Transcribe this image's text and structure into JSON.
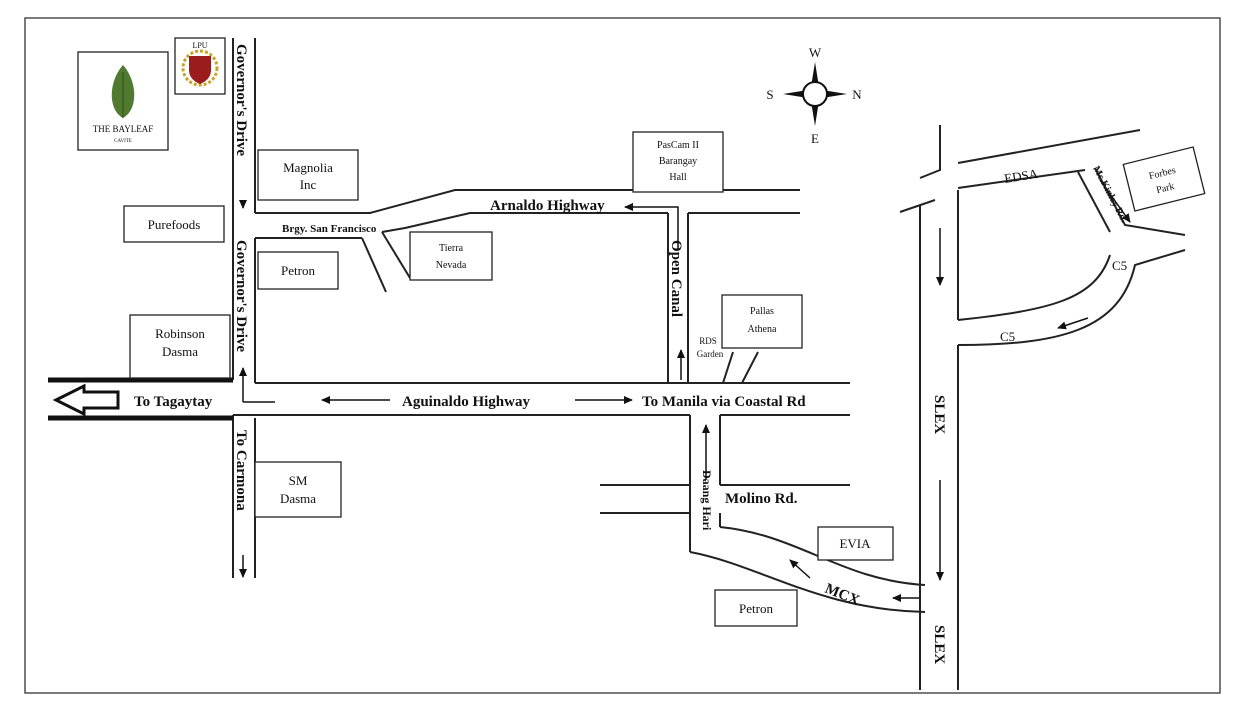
{
  "compass": {
    "north": "N",
    "south": "S",
    "east": "E",
    "west": "W"
  },
  "roads": {
    "governors_drive_top": "Governor's Drive",
    "governors_drive_mid": "Governor's Drive",
    "to_carmona": "To Carmona",
    "brgy_san_francisco": "Brgy. San Francisco",
    "arnaldo_highway": "Arnaldo Highway",
    "open_canal": "Open Canal",
    "aguinaldo_highway": "Aguinaldo Highway",
    "to_tagaytay": "To Tagaytay",
    "to_manila": "To Manila via Coastal Rd",
    "daang_hari": "Daang Hari",
    "molino_rd": "Molino Rd.",
    "mcx": "MCX",
    "slex_top": "SLEX",
    "slex_bottom": "SLEX",
    "edsa": "EDSA",
    "mckinley": "Mc Kinley Rd.",
    "c5_top": "C5",
    "c5_bottom": "C5"
  },
  "landmarks": {
    "bayleaf": "THE BAYLEAF",
    "bayleaf_sub": "CAVITE",
    "lpu": "LPU",
    "magnolia_1": "Magnolia",
    "magnolia_2": "Inc",
    "purefoods": "Purefoods",
    "petron_1": "Petron",
    "robinson_1": "Robinson",
    "robinson_2": "Dasma",
    "tierra_1": "Tierra",
    "tierra_2": "Nevada",
    "paliparan_1": "PasCam II",
    "paliparan_2": "Barangay",
    "paliparan_3": "Hall",
    "pallas_1": "Pallas",
    "pallas_2": "Athena",
    "rds_1": "RDS",
    "rds_2": "Garden",
    "sm_1": "SM",
    "sm_2": "Dasma",
    "evia": "EVIA",
    "petron_2": "Petron",
    "forbes_1": "Forbes",
    "forbes_2": "Park"
  },
  "colors": {
    "leaf": "#4f7a2f",
    "crest": "#9b1c1c",
    "gold": "#c9a227"
  }
}
